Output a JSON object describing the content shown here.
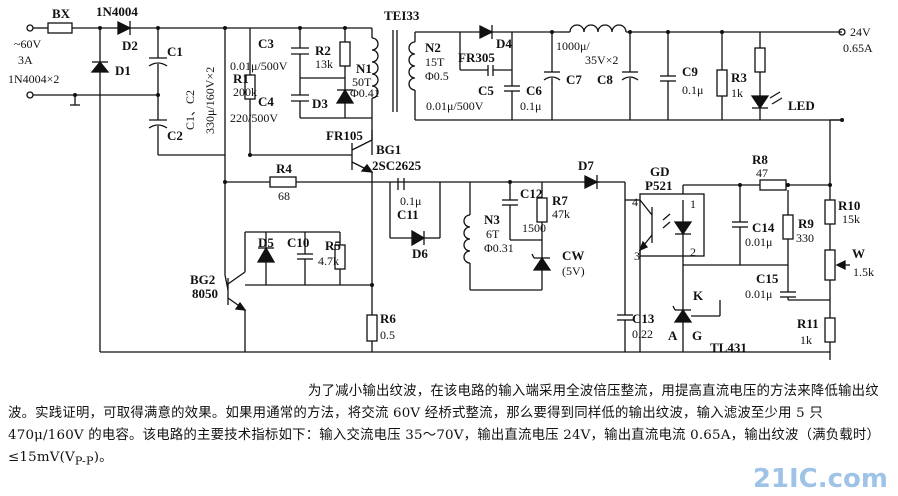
{
  "labels": {
    "BX": "BX",
    "in_v": "~60V",
    "in_a": "3A",
    "D2": "1N4004",
    "D2n": "D2",
    "D1n": "D1",
    "D1d": "1N4004×2",
    "C1n": "C1",
    "C2n": "C2",
    "C12v": "C1、C2",
    "C12vv": "330μ/160V×2",
    "T": "TEI33",
    "C3": "C3",
    "C3v": "0.01μ/500V",
    "R1": "R1",
    "R1v": "200k",
    "C4": "C4",
    "C4v": "220/500V",
    "R2": "R2",
    "R2v": "13k",
    "N1": "N1",
    "N1t": "50T",
    "N1d": "Φ0.41",
    "D3": "D3",
    "FR105": "FR105",
    "BG1": "BG1",
    "BG1t": "2SC2625",
    "N2": "N2",
    "N2t": "15T",
    "N2d": "Φ0.5",
    "D4": "D4",
    "FR305": "FR305",
    "C5": "C5",
    "C6": "C6",
    "C56v": "0.01μ/500V",
    "C6v": "0.1μ",
    "C78v": "1000μ/",
    "C78vv": "35V×2",
    "C7": "C7",
    "C8": "C8",
    "C9": "C9",
    "C9v": "0.1μ",
    "R3": "R3",
    "R3v": "1k",
    "LED": "LED",
    "out_v": "24V",
    "out_a": "0.65A",
    "R4": "R4",
    "R4v": "68",
    "C11v": "0.1μ",
    "C11": "C11",
    "D6": "D6",
    "D7": "D7",
    "C12": "C12",
    "C12val": "1500",
    "R7": "R7",
    "R7v": "47k",
    "N3": "N3",
    "N3t": "6T",
    "N3d": "Φ0.31",
    "CW": "CW",
    "CWv": "(5V)",
    "GD": "GD",
    "GDt": "P521",
    "R8": "R8",
    "R8v": "47",
    "R10": "R10",
    "R10v": "15k",
    "C14": "C14",
    "C14v": "0.01μ",
    "R9": "R9",
    "R9v": "330",
    "W": "W",
    "Wv": "1.5k",
    "C15": "C15",
    "C15v": "0.01μ",
    "D5": "D5",
    "C10": "C10",
    "R5": "R5",
    "R5v": "4.7k",
    "BG2": "BG2",
    "BG2t": "8050",
    "R6": "R6",
    "R6v": "0.5",
    "C13": "C13",
    "C13v": "0.22",
    "K": "K",
    "A": "A",
    "G": "G",
    "TL431": "TL431",
    "R11": "R11",
    "R11v": "1k",
    "p1": "1",
    "p2": "2",
    "p3": "3",
    "p4": "4"
  },
  "caption": "为了减小输出纹波，在该电路的输入端采用全波倍压整流，用提高直流电压的方法来降低输出纹波。实践证明，可取得满意的效果。如果用通常的方法，将交流 60V 经桥式整流，那么要得到同样低的输出纹波，输入滤波至少用 5 只 470μ/160V 的电容。该电路的主要技术指标如下：输入交流电压 35～70V，输出直流电压 24V，输出直流电流 0.65A，输出纹波（满负载时）≤15mV(V<sub>P-P</sub>)。",
  "watermark": "21IC.com"
}
